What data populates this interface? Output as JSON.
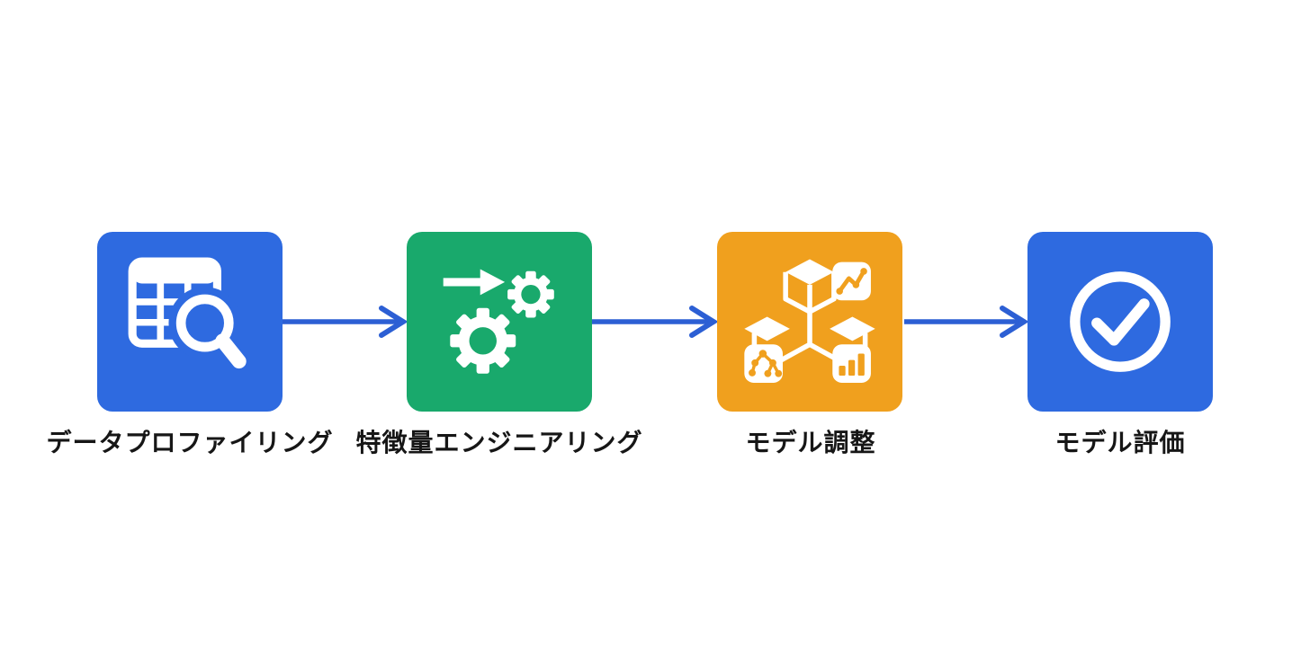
{
  "page": {
    "background_color": "#ffffff"
  },
  "diagram": {
    "type": "flowchart",
    "direction": "left-to-right",
    "arrow_color": "#2c5fd4",
    "steps": [
      {
        "label": "データプロファイリング",
        "color": "#2e6ae0",
        "icon": "table-search-icon"
      },
      {
        "label": "特徴量エンジニアリング",
        "color": "#19a96c",
        "icon": "process-gears-icon"
      },
      {
        "label": "モデル調整",
        "color": "#f0a01e",
        "icon": "model-blocks-icon"
      },
      {
        "label": "モデル評価",
        "color": "#2e6ae0",
        "icon": "check-circle-icon"
      }
    ]
  }
}
